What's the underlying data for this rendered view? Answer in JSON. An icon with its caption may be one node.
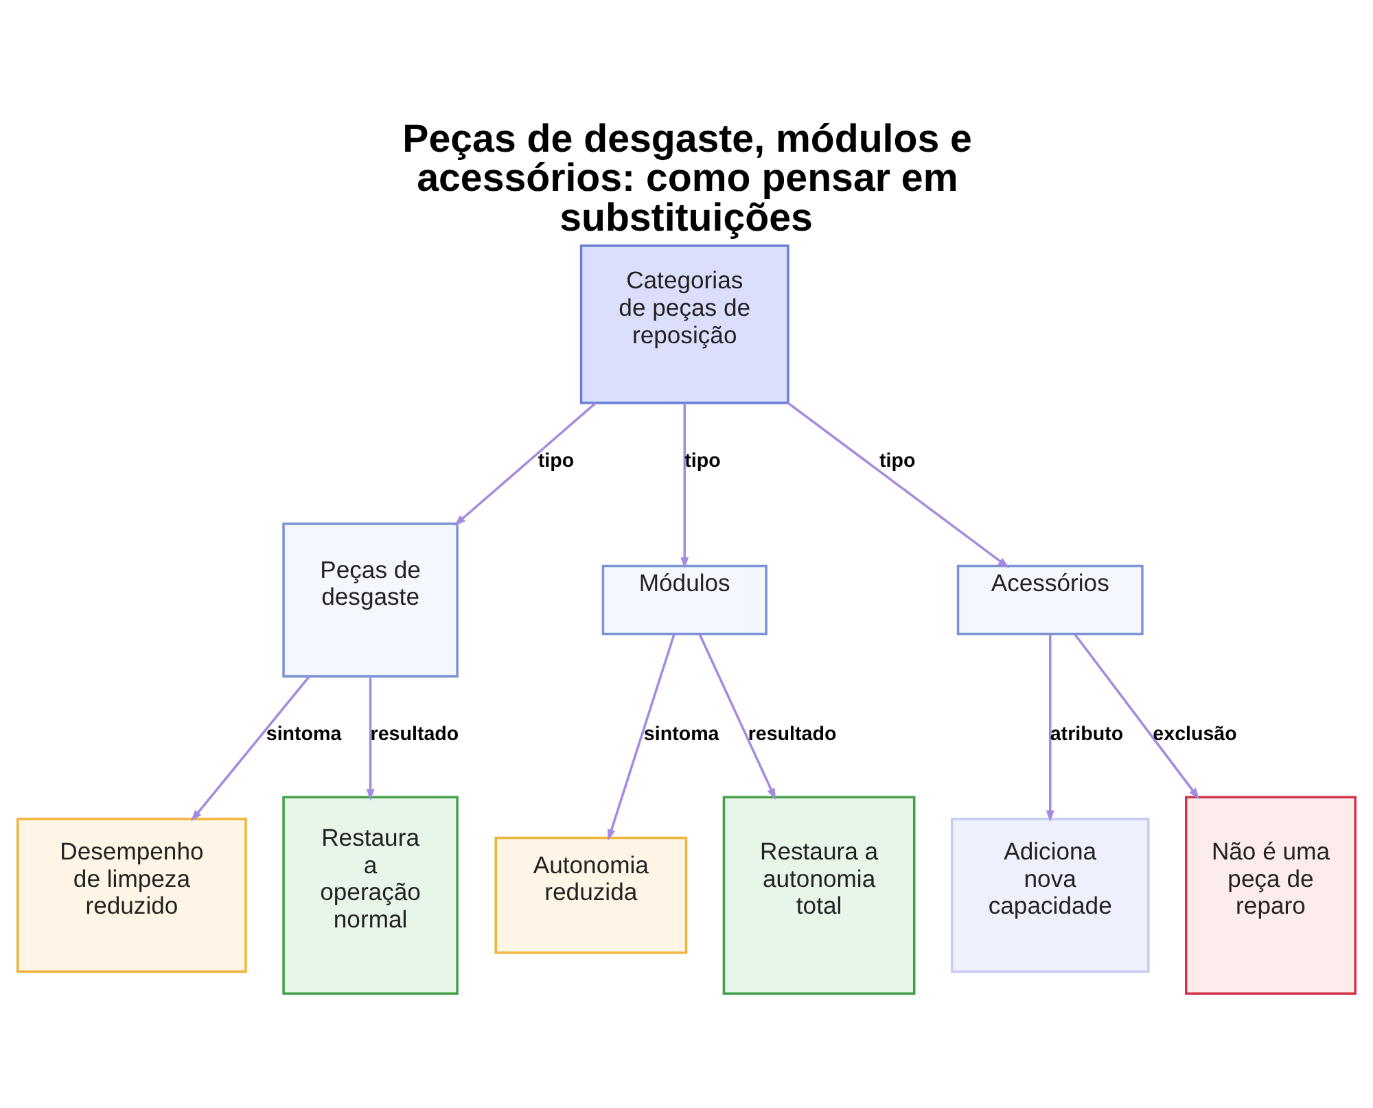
{
  "diagram": {
    "title": "Peças de desgaste, módulos e acessórios: como pensar em substituições",
    "nodes": [
      {
        "text": [
          "Categorias de peças de reposição"
        ]
      },
      {
        "text": [
          "Peças de desgaste"
        ]
      },
      {
        "text": [
          "Módulos"
        ]
      },
      {
        "text": [
          "Acessórios"
        ]
      },
      {
        "text": [
          "Desempenho de limpeza reduzido"
        ]
      },
      {
        "text": [
          "Restaura a operação normal"
        ]
      },
      {
        "text": [
          "Autonomia reduzida"
        ]
      },
      {
        "text": [
          "Restaura a autonomia total"
        ]
      },
      {
        "text": [
          "Adiciona nova capacidade"
        ]
      },
      {
        "text": [
          "Não é uma peça de reparo"
        ]
      }
    ],
    "edges": [
      {
        "from": 0,
        "to": 1,
        "arrow": "to",
        "label": "tipo"
      },
      {
        "from": 0,
        "to": 2,
        "arrow": "to",
        "label": "tipo"
      },
      {
        "from": 0,
        "to": 3,
        "arrow": "to",
        "label": "tipo"
      },
      {
        "from": 1,
        "to": 4,
        "arrow": "to",
        "label": "sintoma"
      },
      {
        "from": 1,
        "to": 5,
        "arrow": "to",
        "label": "resultado"
      },
      {
        "from": 2,
        "to": 6,
        "arrow": "to",
        "label": "sintoma"
      },
      {
        "from": 2,
        "to": 7,
        "arrow": "to",
        "label": "resultado"
      },
      {
        "from": 3,
        "to": 8,
        "arrow": "to",
        "label": "atributo"
      },
      {
        "from": 3,
        "to": 9,
        "arrow": "to",
        "label": "exclusão"
      }
    ]
  }
}
